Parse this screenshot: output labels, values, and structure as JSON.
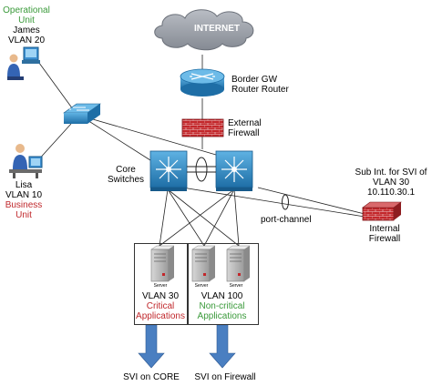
{
  "internet": {
    "label": "INTERNET"
  },
  "border_router": {
    "label_line1": "Border GW",
    "label_line2": "Router Router"
  },
  "external_firewall": {
    "label_line1": "External",
    "label_line2": "Firewall"
  },
  "core_switches": {
    "label_line1": "Core",
    "label_line2": "Switches"
  },
  "port_channel": {
    "label": "port-channel"
  },
  "internal_firewall": {
    "sub_label_line1": "Sub Int. for SVI of",
    "sub_label_line2": "VLAN 30",
    "sub_label_line3": "10.110.30.1",
    "label_line1": "Internal",
    "label_line2": "Firewall"
  },
  "james": {
    "unit_line1": "Operational",
    "unit_line2": "Unit",
    "name": "James",
    "vlan": "VLAN 20"
  },
  "lisa": {
    "name": "Lisa",
    "vlan": "VLAN 10",
    "unit_line1": "Business",
    "unit_line2": "Unit"
  },
  "vlan30": {
    "vlan": "VLAN 30",
    "desc_line1": "Critical",
    "desc_line2": "Applications"
  },
  "vlan100": {
    "vlan": "VLAN 100",
    "desc_line1": "Non-critical",
    "desc_line2": "Applications"
  },
  "server": {
    "label": "Server"
  },
  "svi_core": {
    "label": "SVI on CORE"
  },
  "svi_firewall": {
    "label": "SVI on Firewall"
  },
  "colors": {
    "green": "#3a9a3a",
    "red": "#c0282c",
    "device_blue": "#2e7fb8",
    "firewall_red": "#c3272b",
    "arrow_blue": "#4a7fc1"
  }
}
